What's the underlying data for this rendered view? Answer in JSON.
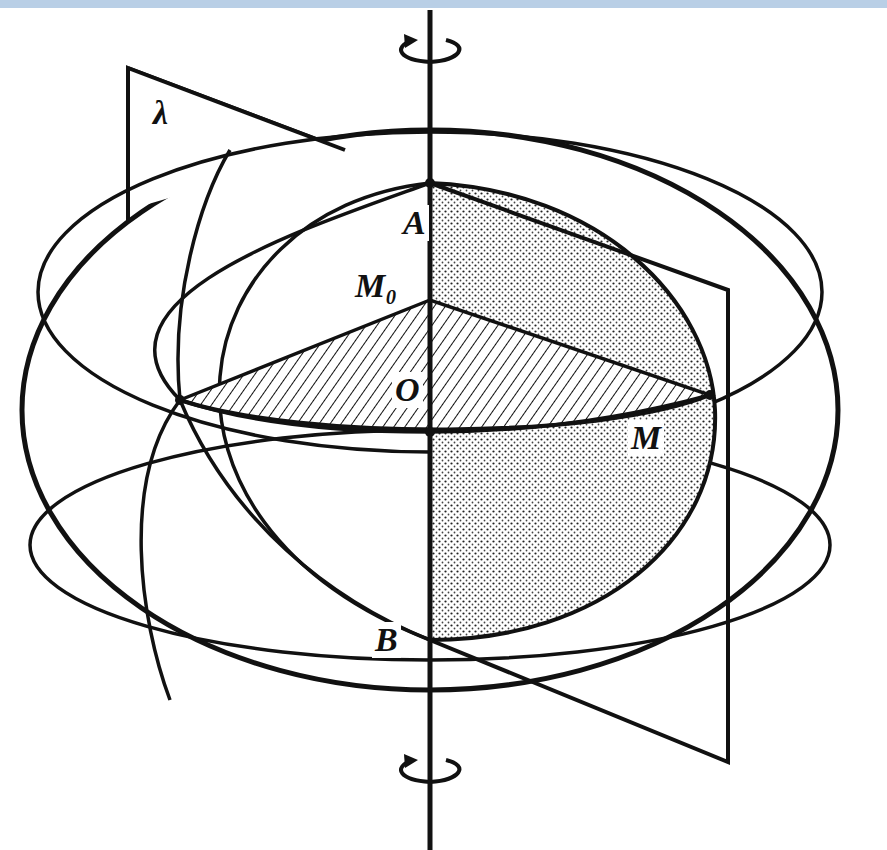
{
  "diagram": {
    "labels": [
      "λ",
      "A",
      "M₀",
      "O",
      "M",
      "B"
    ]
  }
}
